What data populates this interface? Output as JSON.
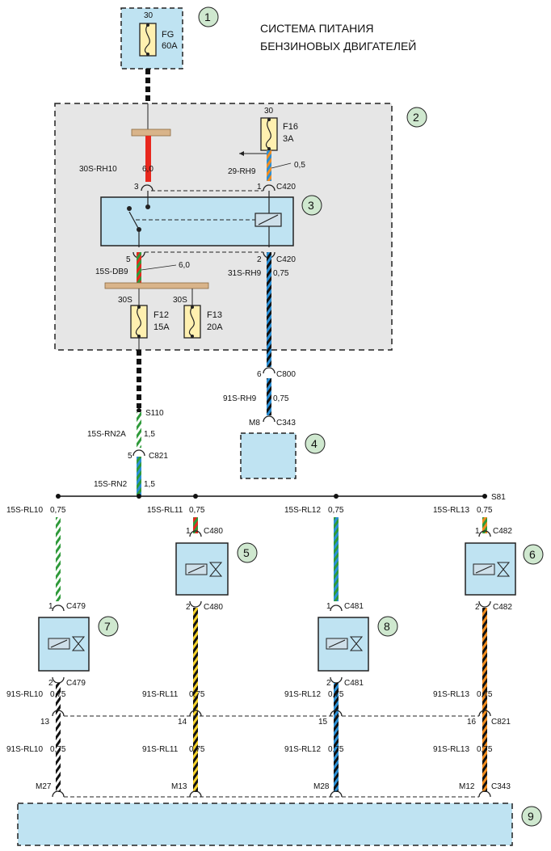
{
  "title": {
    "line1": "СИСТЕМА ПИТАНИЯ",
    "line2": "БЕНЗИНОВЫХ ДВИГАТЕЛЕЙ"
  },
  "colors": {
    "callout_fill": "#cfe8cf",
    "component_fill": "#bfe3f2",
    "box2_fill": "#e6e6e6",
    "fuse_fill": "#fff0b0",
    "busbar": "#d9b48a",
    "red": "#e8281e",
    "blue": "#2a8fd6",
    "green": "#2f9a3a",
    "orange": "#f28c1e",
    "yellow": "#f5d22a",
    "black": "#111111"
  },
  "callouts": [
    "1",
    "2",
    "3",
    "4",
    "5",
    "6",
    "7",
    "8",
    "9"
  ],
  "fuses": {
    "fg": {
      "terminal": "30",
      "name": "FG",
      "rating": "60A"
    },
    "f16": {
      "terminal": "30",
      "name": "F16",
      "rating": "3A"
    },
    "f12": {
      "terminal": "30S",
      "name": "F12",
      "rating": "15A"
    },
    "f13": {
      "terminal": "30S",
      "name": "F13",
      "rating": "20A"
    }
  },
  "wires": {
    "rh10": {
      "circuit": "30S-RH10",
      "gauge": "6,0",
      "pin": "3"
    },
    "rh9": {
      "circuit": "29-RH9",
      "gauge": "0,5",
      "pin": "1",
      "connector": "C420"
    },
    "db9": {
      "circuit": "15S-DB9",
      "gauge": "6,0",
      "pin": "5"
    },
    "rh9_out": {
      "circuit": "31S-RH9",
      "gauge": "0,75",
      "pin": "2",
      "connector": "C420"
    },
    "c800": {
      "pin": "6",
      "connector": "C800"
    },
    "rh9_91": {
      "circuit": "91S-RH9",
      "gauge": "0,75",
      "pin": "M8",
      "connector": "C343"
    },
    "s110": {
      "splice": "S110"
    },
    "rn2a": {
      "circuit": "15S-RN2A",
      "gauge": "1,5",
      "pin": "5",
      "connector": "C821"
    },
    "rn2": {
      "circuit": "15S-RN2",
      "gauge": "1,5"
    },
    "s81": {
      "splice": "S81"
    }
  },
  "branches": [
    {
      "in_circuit": "15S-RL10",
      "in_gauge": "0,75",
      "pin_in": "1",
      "conn_in": "C479",
      "pin_out": "2",
      "conn_out": "C479",
      "out_circuit": "91S-RL10",
      "out_gauge": "0,75",
      "c821_pin": "13",
      "out2_circuit": "91S-RL10",
      "out2_gauge": "0,75",
      "ecu_pin": "M27"
    },
    {
      "in_circuit": "15S-RL11",
      "in_gauge": "0,75",
      "pin_in": "1",
      "conn_in": "C480",
      "pin_out": "2",
      "conn_out": "C480",
      "out_circuit": "91S-RL11",
      "out_gauge": "0,75",
      "c821_pin": "14",
      "out2_circuit": "91S-RL11",
      "out2_gauge": "0,75",
      "ecu_pin": "M13"
    },
    {
      "in_circuit": "15S-RL12",
      "in_gauge": "0,75",
      "pin_in": "1",
      "conn_in": "C481",
      "pin_out": "2",
      "conn_out": "C481",
      "out_circuit": "91S-RL12",
      "out_gauge": "0,75",
      "c821_pin": "15",
      "out2_circuit": "91S-RL12",
      "out2_gauge": "0,75",
      "ecu_pin": "M28"
    },
    {
      "in_circuit": "15S-RL13",
      "in_gauge": "0,75",
      "pin_in": "1",
      "conn_in": "C482",
      "pin_out": "2",
      "conn_out": "C482",
      "out_circuit": "91S-RL13",
      "out_gauge": "0,75",
      "c821_pin": "16",
      "out2_circuit": "91S-RL13",
      "out2_gauge": "0,75",
      "ecu_pin": "M12"
    }
  ],
  "c821_label": "C821",
  "c343_label": "C343"
}
